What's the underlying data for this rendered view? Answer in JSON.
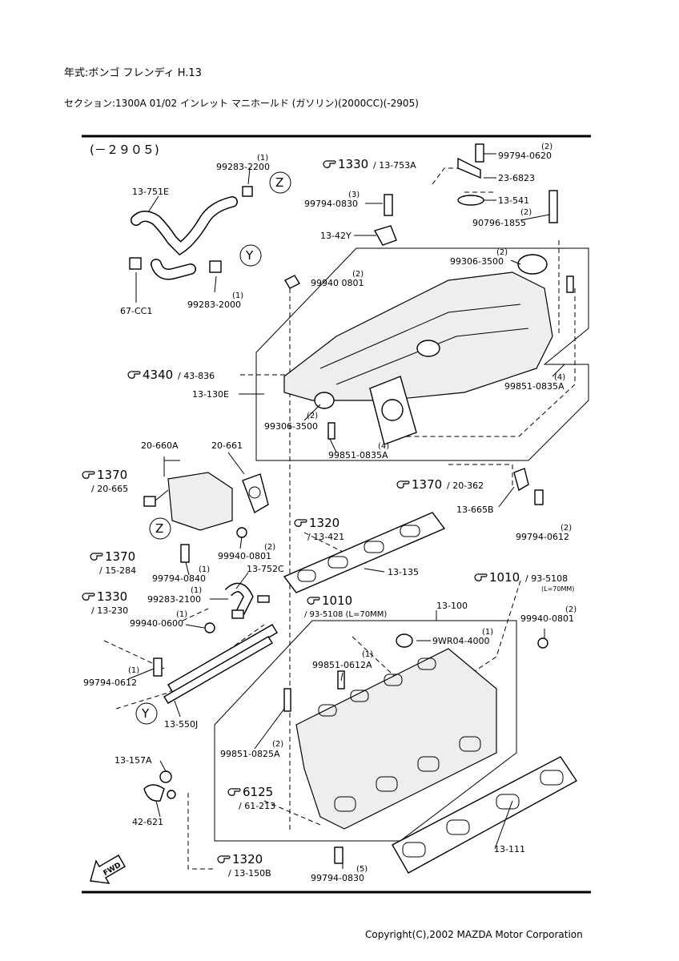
{
  "header": {
    "title": "年式:ボンゴ フレンディ H.13",
    "section": "セクション:1300A 01/02 インレット マニホールド (ガソリン)(2000CC)(-2905)"
  },
  "diagram": {
    "range_label": "(－２９０５)",
    "fwd_label": "FWD",
    "callouts": {
      "z": "Z",
      "y": "Y"
    },
    "parts": {
      "p99283_2200": "99283-2200",
      "p99283_2200_q": "(1)",
      "p13_751E": "13-751E",
      "p99283_2000": "99283-2000",
      "p99283_2000_q": "(1)",
      "p67_CC1": "67-CC1",
      "p99794_0830_top": "99794-0830",
      "p99794_0830_top_q": "(3)",
      "p13_42Y": "13-42Y",
      "p99940_0801_top": "99940 0801",
      "p99940_0801_top_q": "(2)",
      "p99794_0620": "99794-0620",
      "p99794_0620_q": "(2)",
      "p23_6823": "23-6823",
      "p13_541": "13-541",
      "p90796_1855": "90796-1855",
      "p90796_1855_q": "(2)",
      "p99306_3500_top": "99306-3500",
      "p99306_3500_top_q": "(2)",
      "p13_130E": "13-130E",
      "p99851_0835A_r": "99851-0835A",
      "p99851_0835A_r_q": "(4)",
      "p99306_3500_low": "99306-3500",
      "p99306_3500_low_q": "(2)",
      "p99851_0835A_l": "99851-0835A",
      "p99851_0835A_l_q": "(4)",
      "p20_660A": "20-660A",
      "p20_661": "20-661",
      "p13_665B": "13-665B",
      "p99794_0612_r": "99794-0612",
      "p99794_0612_r_q": "(2)",
      "p99940_0801_mid": "99940-0801",
      "p99940_0801_mid_q": "(2)",
      "p13_752C": "13-752C",
      "p99794_0840": "99794-0840",
      "p99794_0840_q": "(1)",
      "p13_135": "13-135",
      "p99283_2100": "99283-2100",
      "p99283_2100_q": "(1)",
      "p99940_0600": "99940-0600",
      "p99940_0600_q": "(1)",
      "p13_100": "13-100",
      "p99940_0801_r": "99940-0801",
      "p99940_0801_r_q": "(2)",
      "p9WR04_4000": "9WR04-4000",
      "p9WR04_4000_q": "(1)",
      "p99851_0612A": "99851-0612A",
      "p99851_0612A_q": "(1)",
      "p99794_0612_l": "99794-0612",
      "p99794_0612_l_q": "(1)",
      "p13_550J": "13-550J",
      "p99851_0825A": "99851-0825A",
      "p99851_0825A_q": "(2)",
      "p13_157A": "13-157A",
      "p42_621": "42-621",
      "p13_111": "13-111",
      "p99794_0830_bot": "99794-0830",
      "p99794_0830_bot_q": "(5)"
    },
    "references": {
      "r1330_a": "1330",
      "r1330_a_sub": "/ 13-753A",
      "r4340": "4340",
      "r4340_sub": "/ 43-836",
      "r1370_a": "1370",
      "r1370_a_sub": "/ 20-665",
      "r1370_b": "1370",
      "r1370_b_sub": "/ 20-362",
      "r1320_a": "1320",
      "r1320_a_sub": "/ 13-421",
      "r1370_c": "1370",
      "r1370_c_sub": "/ 15-284",
      "r1330_b": "1330",
      "r1330_b_sub": "/ 13-230",
      "r1010_a": "1010",
      "r1010_a_sub": "/ 93-5108 (L=70MM)",
      "r1010_b": "1010",
      "r1010_b_sub": "/ 93-5108",
      "r1010_b_note": "(L=70MM)",
      "r6125": "6125",
      "r6125_sub": "/ 61-213",
      "r1320_b": "1320",
      "r1320_b_sub": "/ 13-150B"
    }
  },
  "footer": {
    "copyright": "Copyright(C),2002 MAZDA Motor Corporation"
  }
}
